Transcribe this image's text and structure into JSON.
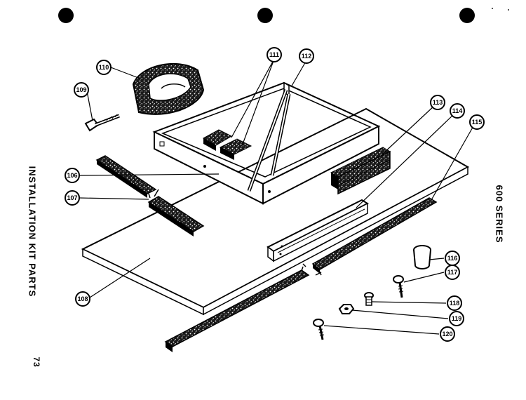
{
  "title": "INSTALLATION KIT PARTS",
  "series": "600 SERIES",
  "page_number": "73",
  "callouts": [
    "110",
    "109",
    "111",
    "112",
    "113",
    "114",
    "115",
    "106",
    "107",
    "108",
    "116",
    "117",
    "118",
    "119",
    "120"
  ],
  "colors": {
    "ink": "#000000",
    "paper": "#ffffff",
    "foam": "#2b2b2b"
  }
}
